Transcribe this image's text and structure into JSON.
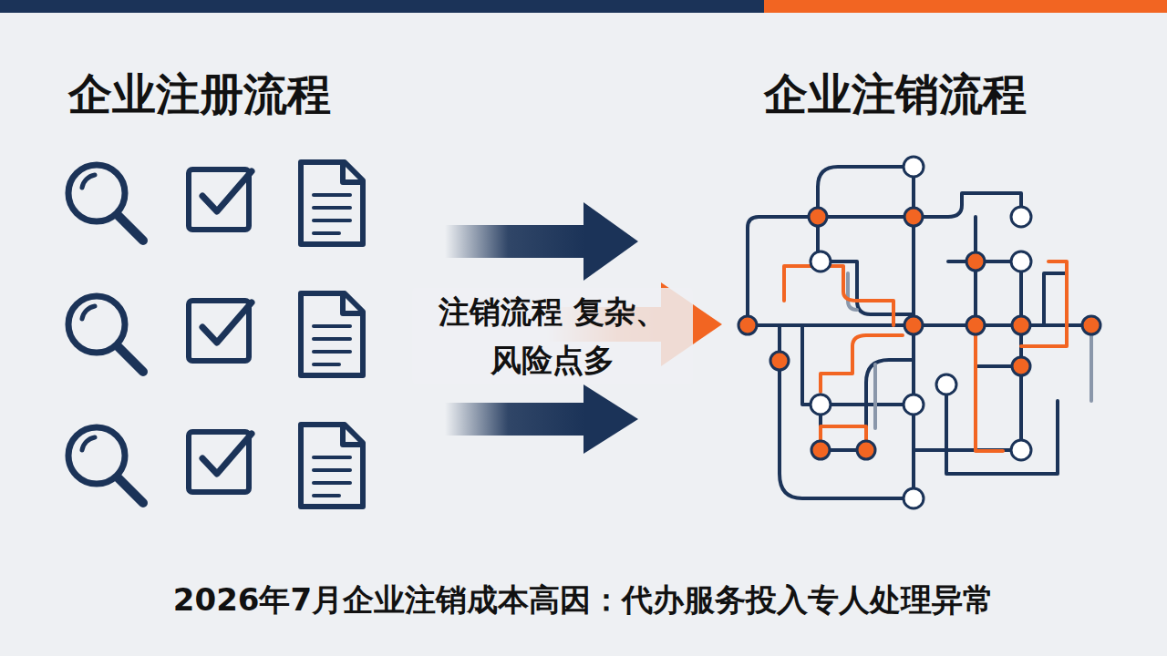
{
  "diagram": {
    "caption": "2026年7月企业注销成本高因：代办服务投入专人处理异常",
    "labels": [
      "企业注册流程",
      "企业注销流程",
      "注销流程 复杂、风险点多"
    ]
  }
}
